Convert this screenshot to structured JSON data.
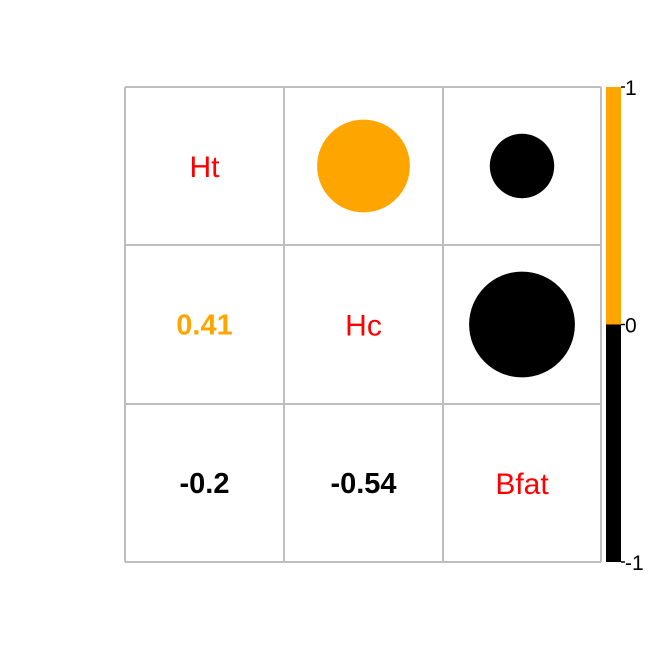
{
  "chart_data": {
    "type": "heatmap",
    "variables": [
      "Ht",
      "Hc",
      "Bfat"
    ],
    "matrix": [
      [
        1,
        0.41,
        -0.2
      ],
      [
        0.41,
        1,
        -0.54
      ],
      [
        -0.2,
        -0.54,
        1
      ]
    ],
    "lower_triangle": "numbers",
    "upper_triangle": "circles",
    "diagonal": "variable names",
    "colorbar": {
      "ticks": [
        "1",
        "0",
        "-1"
      ],
      "range": [
        -1,
        1
      ]
    },
    "colors": {
      "positive": "#FFA500",
      "negative": "#000000",
      "label_text": "#FF0000",
      "grid": "#BEBEBE"
    },
    "grid": true,
    "legend": "right"
  }
}
